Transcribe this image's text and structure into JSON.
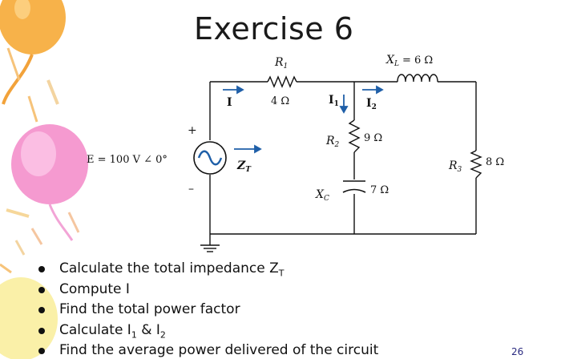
{
  "slide": {
    "title": "Exercise 6",
    "page_number": "26"
  },
  "circuit": {
    "source_label": "E = 100 V ∠ 0°",
    "source_plus": "+",
    "source_minus": "–",
    "current_I": "I",
    "impedance_ZT": "Z",
    "impedance_ZT_sub": "T",
    "R1_name": "R",
    "R1_sub": "1",
    "R1_value": "4 Ω",
    "XL_name": "X",
    "XL_sub": "L",
    "XL_value": "= 6 Ω",
    "I1_name": "I",
    "I1_sub": "1",
    "I2_name": "I",
    "I2_sub": "2",
    "R2_name": "R",
    "R2_sub": "2",
    "R2_value": "9 Ω",
    "XC_name": "X",
    "XC_sub": "C",
    "XC_value": "7 Ω",
    "R3_name": "R",
    "R3_sub": "3",
    "R3_value": "8 Ω",
    "accent_color": "#1f5fa8"
  },
  "tasks": [
    {
      "text": "Calculate the total impedance Z",
      "sub": "T",
      "tail": ""
    },
    {
      "text": "Compute I",
      "sub": "",
      "tail": ""
    },
    {
      "text": "Find the total power factor",
      "sub": "",
      "tail": ""
    },
    {
      "text": "Calculate I",
      "sub": "1",
      "tail": " & I",
      "sub2": "2"
    },
    {
      "text": "Find the average power delivered of the circuit",
      "sub": "",
      "tail": ""
    }
  ]
}
